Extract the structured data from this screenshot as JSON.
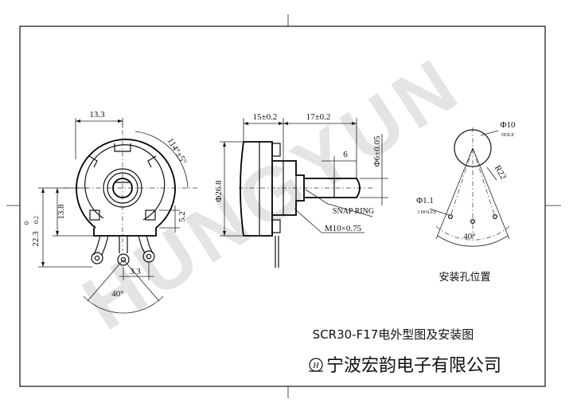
{
  "watermark": "HUNGYUN",
  "dimensions": {
    "d_13_3": "13.3",
    "d_114": "114°±5°",
    "d_13_8": "13.8",
    "d_22_3": "22.3",
    "d_22_3_tol_upper": "0",
    "d_22_3_tol_lower": "0.2",
    "d_5_2": "5.2",
    "d_3_3": "3.3",
    "d_40_left": "40°",
    "d_15": "15±0.2",
    "d_17": "17±0.2",
    "d_6": "6",
    "d_phi6": "Φ6±0.05",
    "d_phi26_8": "Φ26.8",
    "d_m10": "M10×0.75",
    "d_phi10": "Φ10",
    "d_r22": "R22",
    "d_phi1_1": "Φ1.1",
    "d_40_right": "40°"
  },
  "labels": {
    "snap_ring": "SNAP RING",
    "hole": "HOLE",
    "three_holes": "3 HOLES",
    "mount_position": "安装孔位置"
  },
  "title_block": {
    "drawing_title": "SCR30-F17电外型图及安装图",
    "logo_letter": "H",
    "company": "宁波宏韵电子有限公司"
  }
}
